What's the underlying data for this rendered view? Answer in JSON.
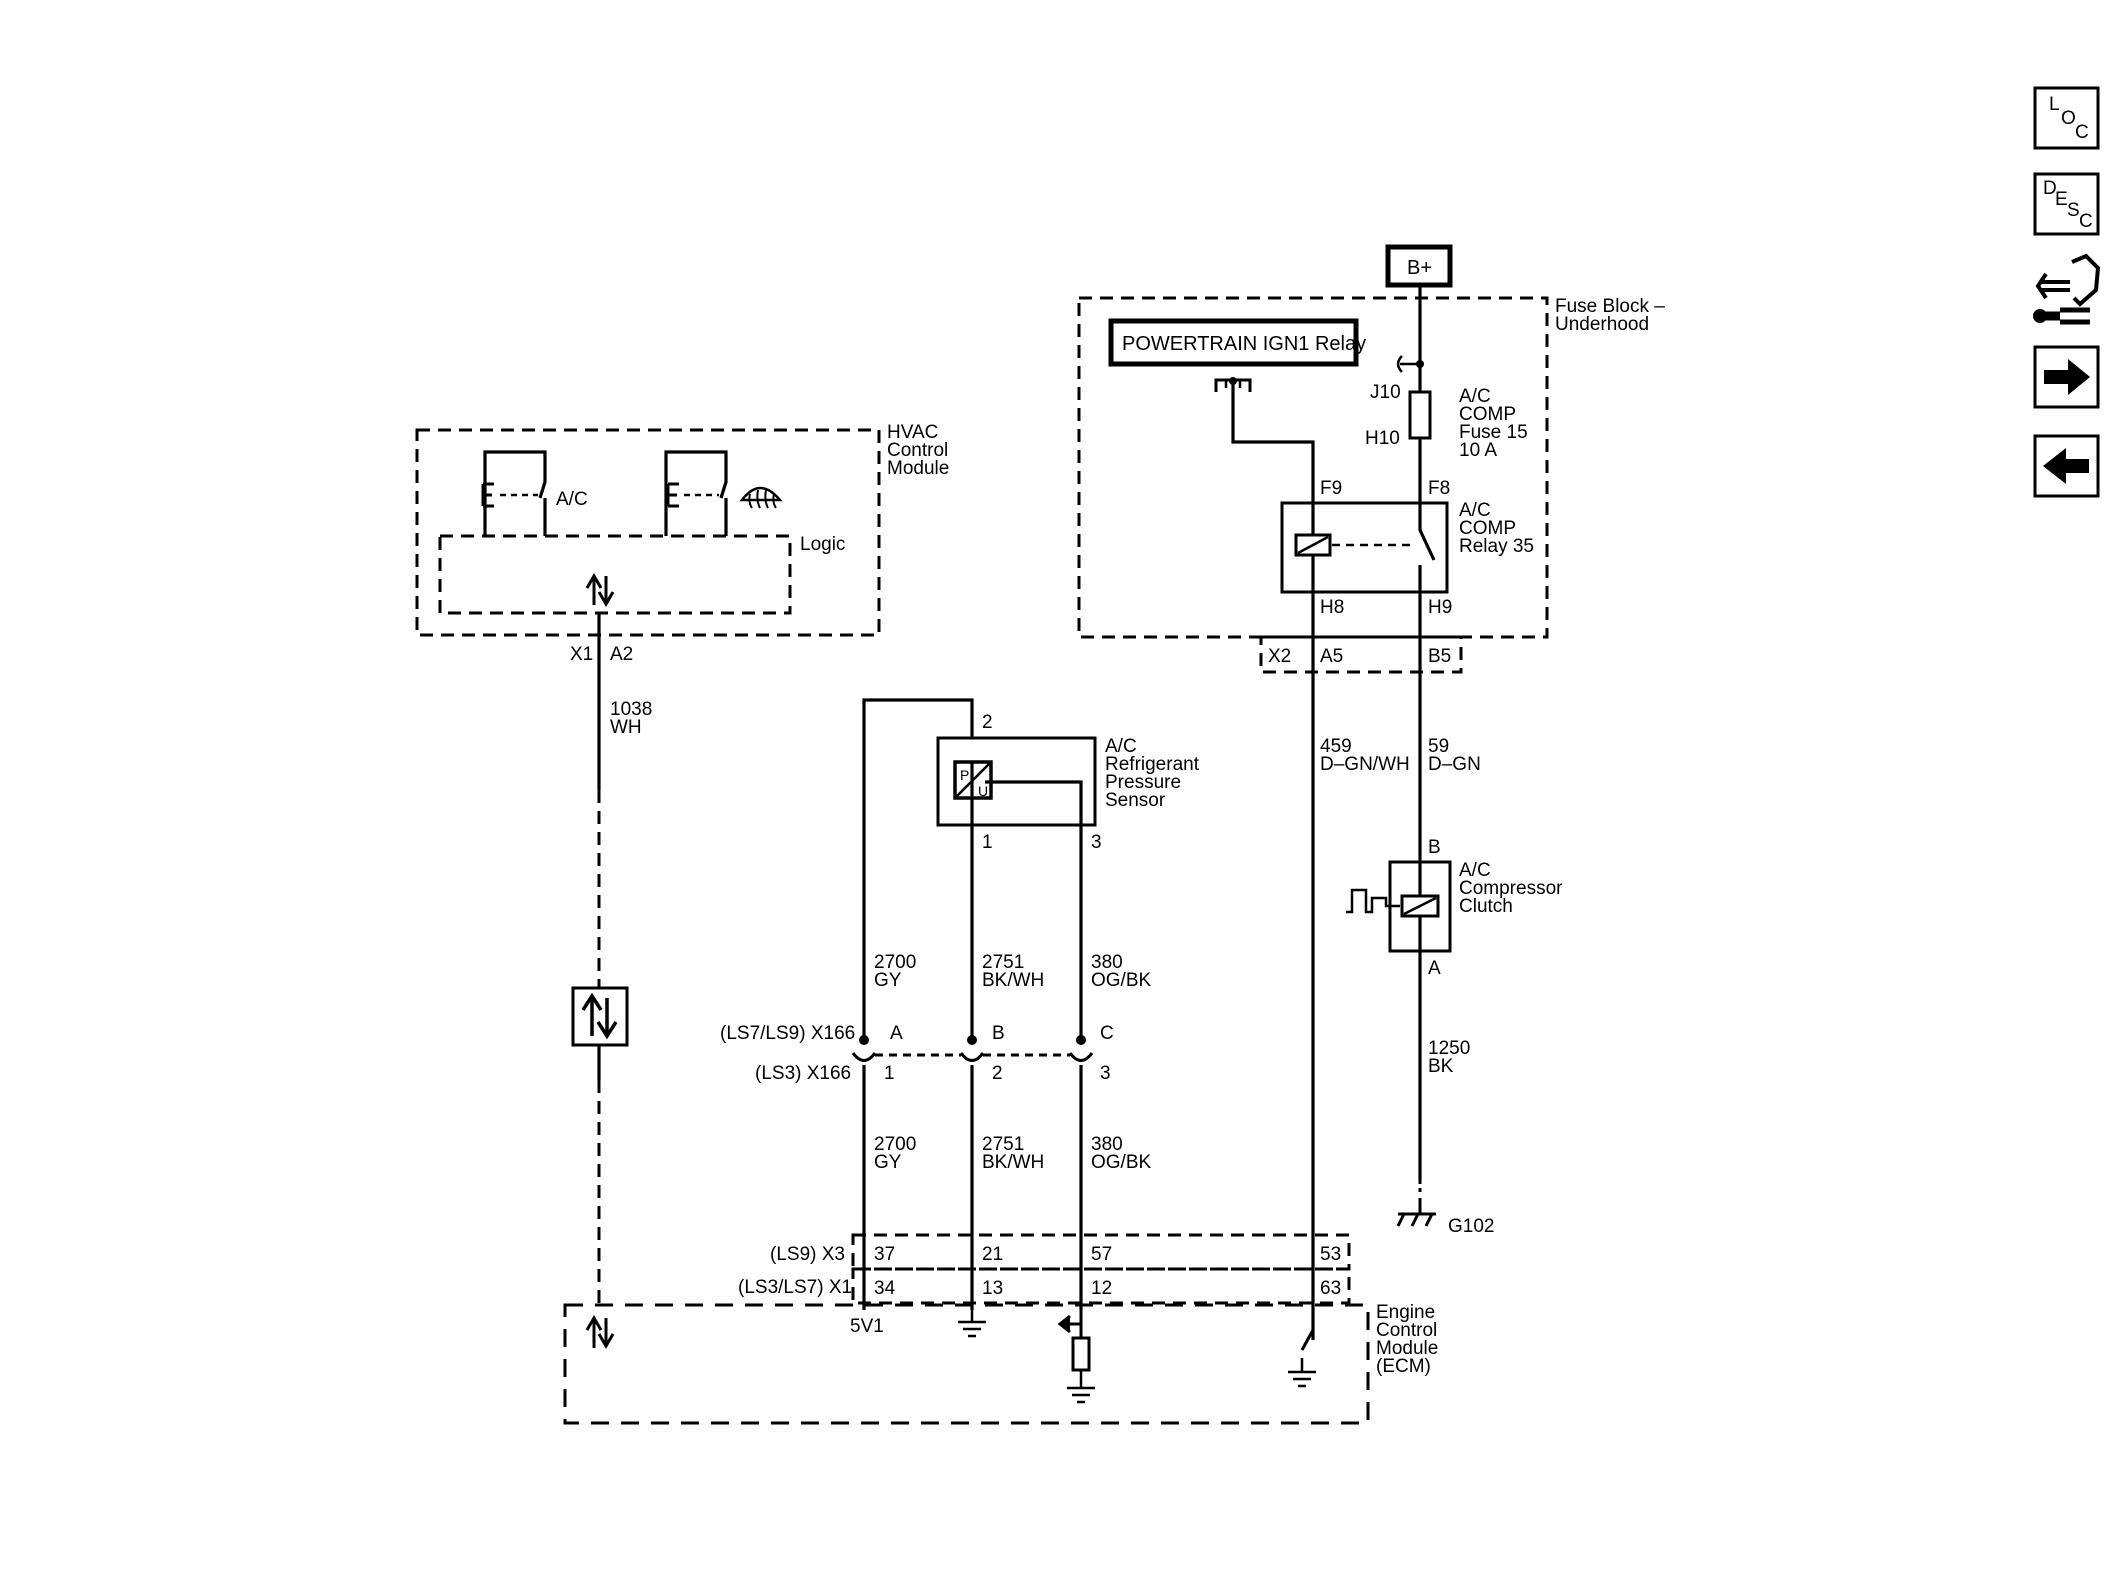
{
  "nav": {
    "loc": [
      "L",
      "O",
      "C"
    ],
    "desc": [
      "D",
      "E",
      "S",
      "C"
    ]
  },
  "hvac": {
    "name": [
      "HVAC",
      "Control",
      "Module"
    ],
    "ac_label": "A/C",
    "logic_label": "Logic",
    "connector": "X1",
    "pin": "A2",
    "circuit": "1038",
    "color": "WH"
  },
  "fuse_block": {
    "name": [
      "Fuse Block –",
      "Underhood"
    ],
    "bplus": "B+",
    "relay_title": "POWERTRAIN IGN1 Relay",
    "fuse_pin_in": "J10",
    "fuse_pin_out": "H10",
    "fuse_label": [
      "A/C",
      "COMP",
      "Fuse 15",
      "10 A"
    ],
    "relay_pins": {
      "f9": "F9",
      "f8": "F8",
      "h8": "H8",
      "h9": "H9"
    },
    "relay_label": [
      "A/C",
      "COMP",
      "Relay 35"
    ],
    "connector": "X2",
    "pin_a5": "A5",
    "pin_b5": "B5"
  },
  "wires": {
    "w459": [
      "459",
      "D–GN/WH"
    ],
    "w59": [
      "59",
      "D–GN"
    ],
    "w1250": [
      "1250",
      "BK"
    ],
    "w2700": [
      "2700",
      "GY"
    ],
    "w2751": [
      "2751",
      "BK/WH"
    ],
    "w380": [
      "380",
      "OG/BK"
    ]
  },
  "sensor": {
    "name": [
      "A/C",
      "Refrigerant",
      "Pressure",
      "Sensor"
    ],
    "pin_top": "2",
    "pin1": "1",
    "pin3": "3",
    "glyph_p": "P",
    "glyph_u": "U"
  },
  "clutch": {
    "name": [
      "A/C",
      "Compressor",
      "Clutch"
    ],
    "pin_b": "B",
    "pin_a": "A",
    "ground": "G102"
  },
  "x166": {
    "row1_label": "(LS7/LS9) X166",
    "row1_pins": [
      "A",
      "B",
      "C"
    ],
    "row2_label": "(LS3) X166",
    "row2_pins": [
      "1",
      "2",
      "3"
    ]
  },
  "ecm": {
    "name": [
      "Engine",
      "Control",
      "Module",
      "(ECM)"
    ],
    "x3_label": "(LS9) X3",
    "x3_pins": [
      "37",
      "21",
      "57",
      "53"
    ],
    "x1_label": "(LS3/LS7) X1",
    "x1_pins": [
      "34",
      "13",
      "12",
      "63"
    ],
    "supply": "5V1"
  }
}
